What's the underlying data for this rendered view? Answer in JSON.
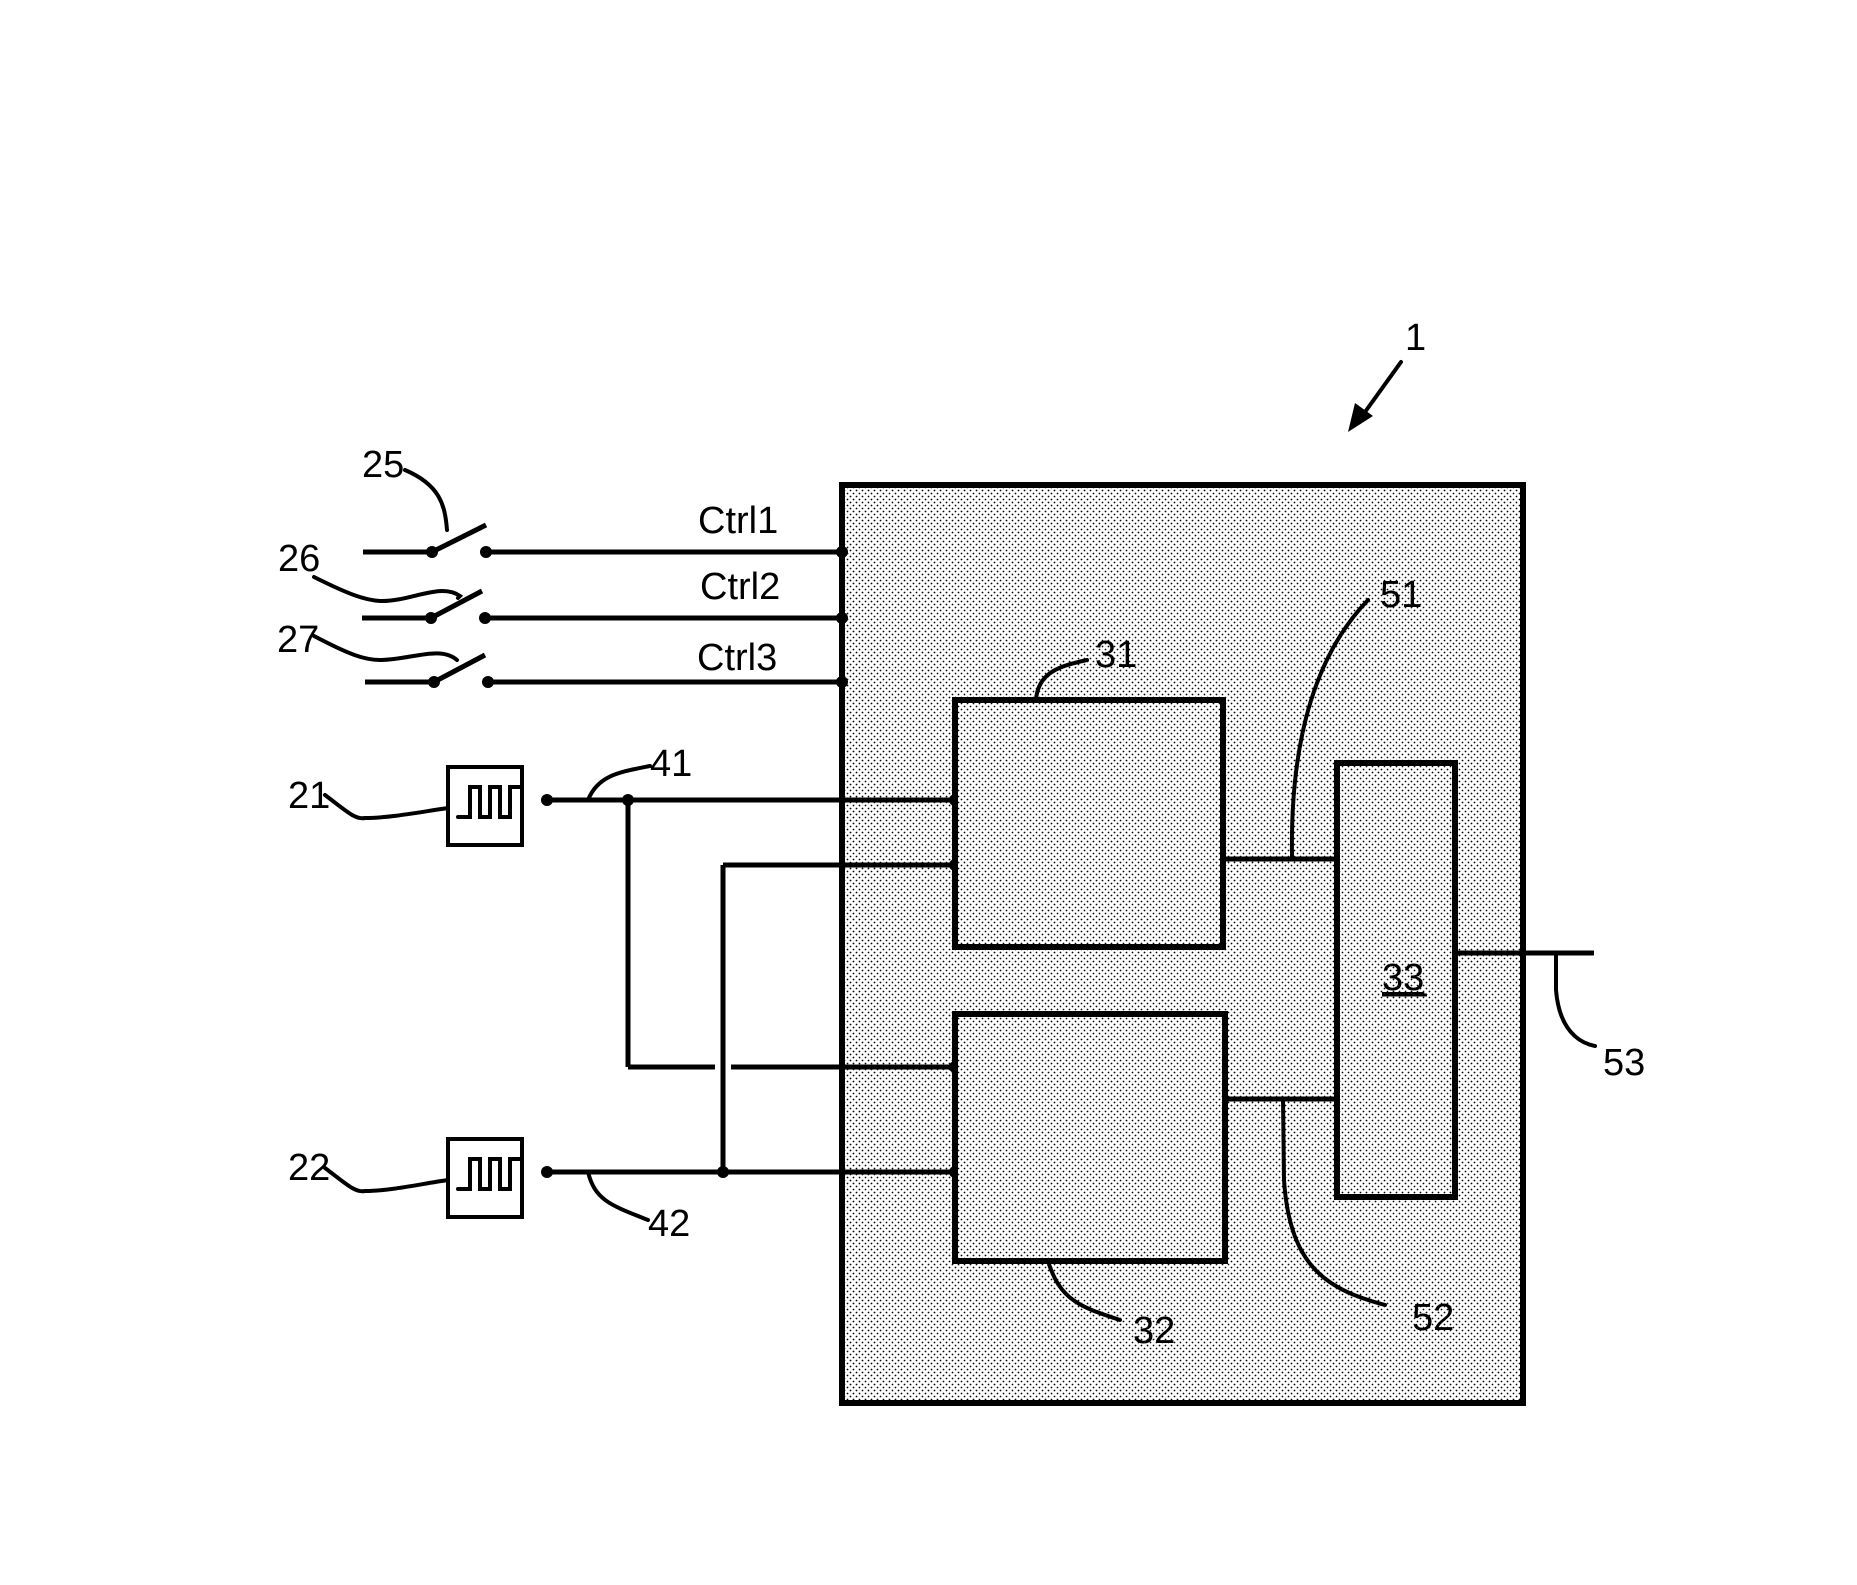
{
  "figure": {
    "ref_device": "1",
    "stipple_color": "#000000",
    "background": "#ffffff"
  },
  "control_lines": [
    {
      "label": "Ctrl1",
      "switch_ref": "25"
    },
    {
      "label": "Ctrl2",
      "switch_ref": "26"
    },
    {
      "label": "Ctrl3",
      "switch_ref": "27"
    }
  ],
  "signal_sources": [
    {
      "ref": "21",
      "line_ref": "41"
    },
    {
      "ref": "22",
      "line_ref": "42"
    }
  ],
  "blocks": [
    {
      "ref": "31"
    },
    {
      "ref": "32"
    },
    {
      "ref": "33",
      "underlined": true
    }
  ],
  "connections": [
    {
      "ref": "51"
    },
    {
      "ref": "52"
    },
    {
      "ref": "53"
    }
  ]
}
